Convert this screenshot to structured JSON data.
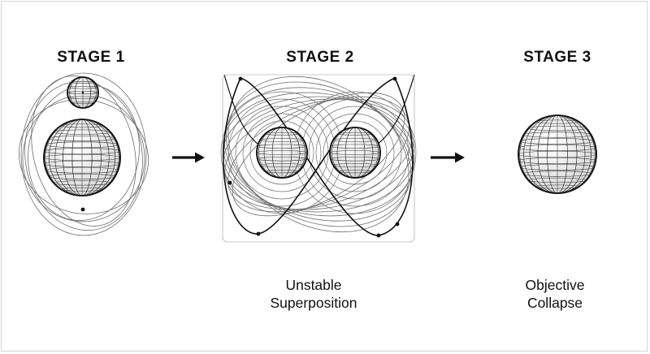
{
  "stages": [
    {
      "title": "STAGE 1",
      "caption": [
        "",
        ""
      ]
    },
    {
      "title": "STAGE 2",
      "caption": [
        "Unstable",
        "Superposition"
      ]
    },
    {
      "title": "STAGE 3",
      "caption": [
        "Objective",
        "Collapse"
      ]
    }
  ],
  "colors": {
    "ink": "#111111",
    "thin_line": "#6d6d6d",
    "sphere_fill": "#f2f2f2",
    "frame": "#d6d6d6"
  },
  "icons": [
    "arrow-right-icon",
    "sphere-icon",
    "orbit-icon"
  ]
}
